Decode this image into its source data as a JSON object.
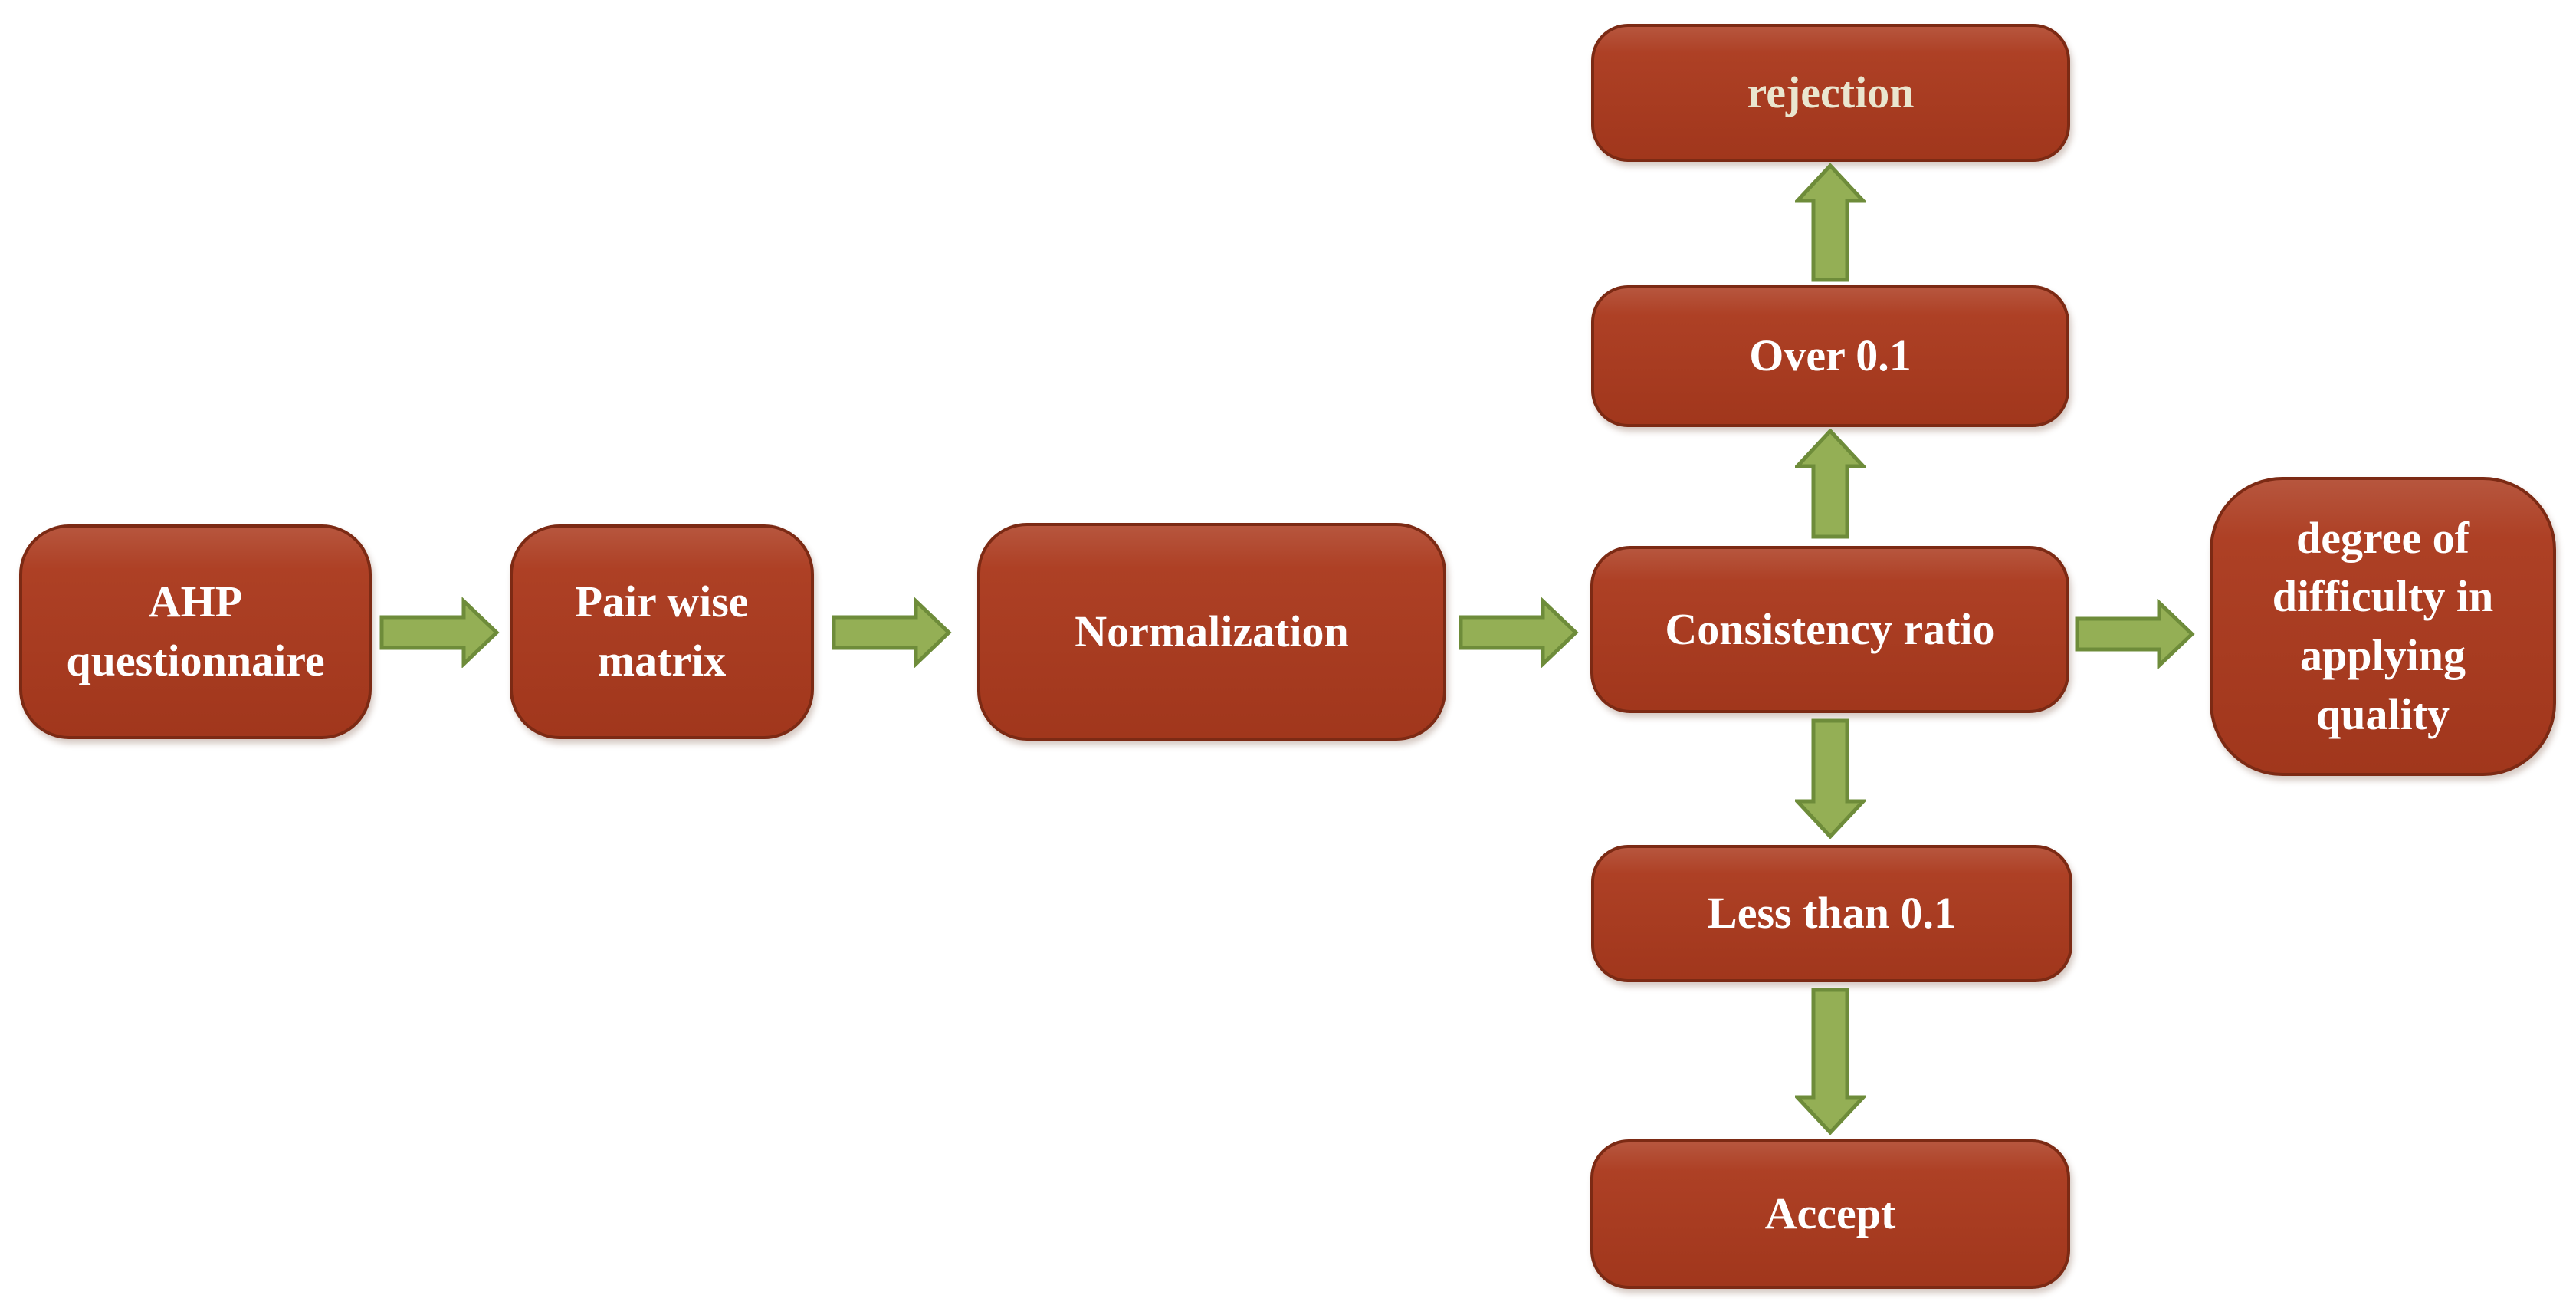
{
  "diagram_type": "flowchart",
  "colors": {
    "background": "#ffffff",
    "node_fill": "#AB3A1E",
    "node_border": "#7C2A14",
    "node_text": "#FFFFFF",
    "rejection_text": "#EAE6CF",
    "arrow_fill": "#94AF55",
    "arrow_stroke": "#6E8C3A"
  },
  "nodes": {
    "ahp": {
      "label": "AHP questionnaire",
      "lines": [
        "AHP",
        "questionnaire"
      ]
    },
    "pairwise": {
      "label": "Pair wise matrix",
      "lines": [
        "Pair wise",
        "matrix"
      ]
    },
    "normalization": {
      "label": "Normalization",
      "lines": [
        "Normalization"
      ]
    },
    "consistency": {
      "label": "Consistency ratio",
      "lines": [
        "Consistency ratio"
      ]
    },
    "degree": {
      "label": "degree of difficulty in applying quality",
      "lines": [
        "degree of",
        "difficulty in",
        "applying",
        "quality"
      ]
    },
    "rejection": {
      "label": "rejection",
      "lines": [
        "rejection"
      ]
    },
    "over": {
      "label": "Over 0.1",
      "lines": [
        "Over 0.1"
      ]
    },
    "less": {
      "label": "Less than 0.1",
      "lines": [
        "Less than 0.1"
      ]
    },
    "accept": {
      "label": "Accept",
      "lines": [
        "Accept"
      ]
    }
  },
  "edges": [
    {
      "from": "ahp",
      "to": "pairwise",
      "direction": "right"
    },
    {
      "from": "pairwise",
      "to": "normalization",
      "direction": "right"
    },
    {
      "from": "normalization",
      "to": "consistency",
      "direction": "right"
    },
    {
      "from": "consistency",
      "to": "degree",
      "direction": "right"
    },
    {
      "from": "consistency",
      "to": "over",
      "direction": "up"
    },
    {
      "from": "over",
      "to": "rejection",
      "direction": "up"
    },
    {
      "from": "consistency",
      "to": "less",
      "direction": "down"
    },
    {
      "from": "less",
      "to": "accept",
      "direction": "down"
    }
  ]
}
